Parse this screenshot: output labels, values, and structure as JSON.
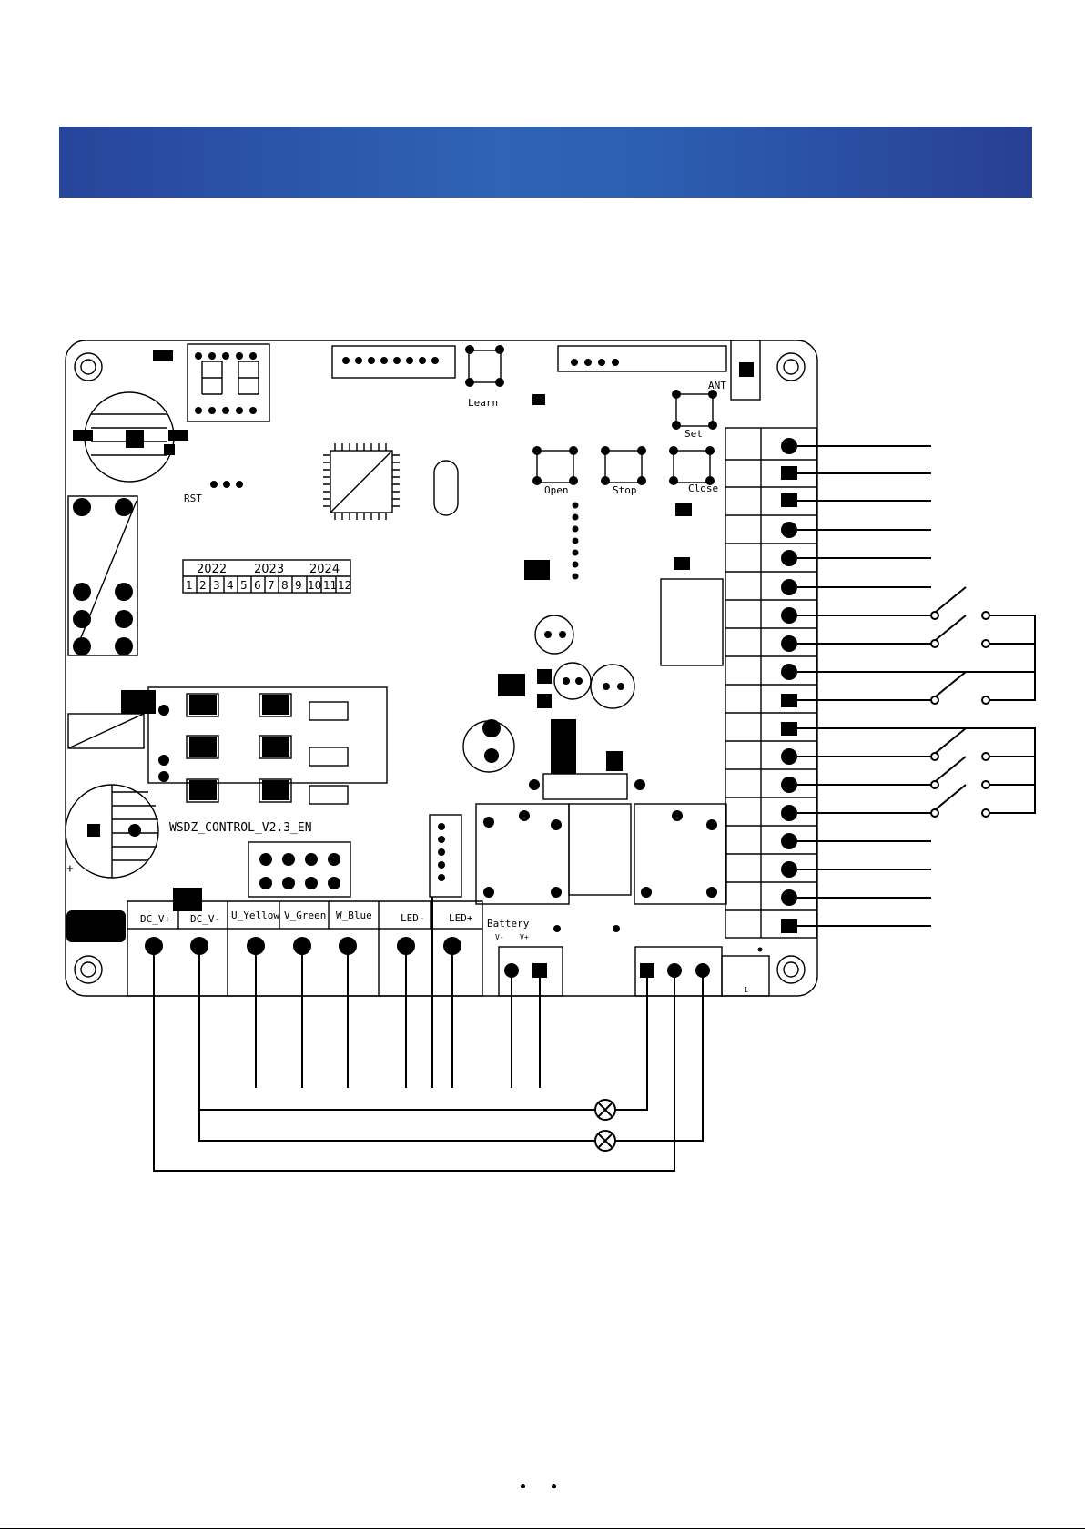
{
  "board": {
    "model": "WSDZ_CONTROL_V2.3_EN",
    "rst": "RST",
    "ant": "ANT",
    "battery": "Battery",
    "battery_neg": "V-",
    "battery_pos": "V+",
    "one": "1"
  },
  "buttons": {
    "learn": "Learn",
    "set": "Set",
    "open": "Open",
    "stop": "Stop",
    "close": "Close"
  },
  "date_grid": {
    "years": [
      "2022",
      "2023",
      "2024"
    ],
    "months": [
      "1",
      "2",
      "3",
      "4",
      "5",
      "6",
      "7",
      "8",
      "9",
      "10",
      "11",
      "12"
    ]
  },
  "terminals_bottom": [
    "DC_V+",
    "DC_V-",
    "U_Yellow",
    "V_Green",
    "W_Blue",
    "LED-",
    "LED+"
  ],
  "colors": {
    "banner_left": "#27459a",
    "banner_mid": "#2f63b5",
    "banner_right": "#283f93",
    "line": "#000000"
  }
}
